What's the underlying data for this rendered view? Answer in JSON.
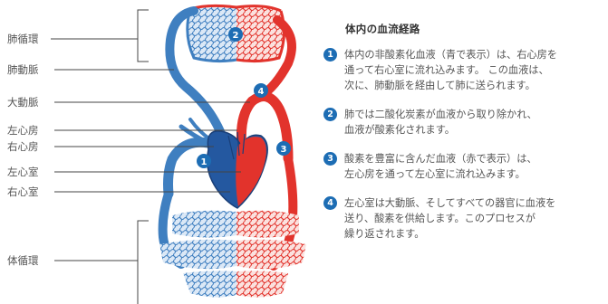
{
  "labels": {
    "pulmonary_circulation": "肺循環",
    "pulmonary_artery": "肺動脈",
    "aorta": "大動脈",
    "left_atrium": "左心房",
    "right_atrium": "右心房",
    "left_ventricle": "左心室",
    "right_ventricle": "右心室",
    "systemic_circulation": "体循環"
  },
  "markers": [
    "1",
    "2",
    "3",
    "4"
  ],
  "panel": {
    "title": "体内の血流経路",
    "steps": [
      {
        "num": "1",
        "text": "体内の非酸素化血液（青で表示）は、右心房を\n通って右心室に流れ込みます。 この血液は、\n次に、肺動脈を経由して肺に送られます。"
      },
      {
        "num": "2",
        "text": "肺では二酸化炭素が血液から取り除かれ、\n血液が酸素化されます。"
      },
      {
        "num": "3",
        "text": "酸素を豊富に含んだ血液（赤で表示）は、\n左心房を通って左心室に流れ込みます。"
      },
      {
        "num": "4",
        "text": "左心室は大動脈、そしてすべての器官に血液を\n送り、酸素を供給します。このプロセスが\n繰り返されます。"
      }
    ]
  },
  "colors": {
    "oxygen_poor": "#3f7fc0",
    "oxygen_rich": "#e2332c",
    "marker": "#1d6db4",
    "leader_line": "#444444"
  }
}
